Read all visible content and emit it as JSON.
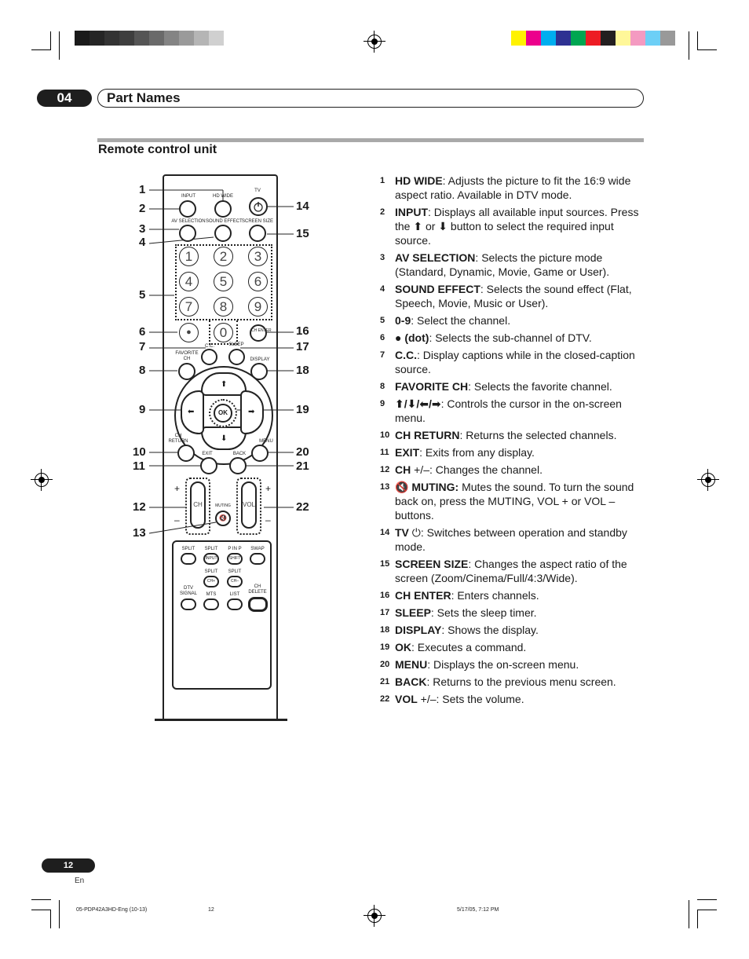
{
  "header": {
    "chapter": "04",
    "title": "Part Names"
  },
  "section": {
    "title": "Remote control unit"
  },
  "remote": {
    "top_labels": [
      "INPUT",
      "HD WIDE",
      "TV"
    ],
    "row2_labels": [
      "AV SELECTION",
      "SOUND EFFECT",
      "SCREEN SIZE"
    ],
    "digits": [
      "1",
      "2",
      "3",
      "4",
      "5",
      "6",
      "7",
      "8",
      "9",
      "0"
    ],
    "dot": "●",
    "ch_enter": "CH ENTER",
    "cc": "C.C.",
    "sleep": "SLEEP",
    "favorite_ch": "FAVORITE CH",
    "display": "DISPLAY",
    "ok": "OK",
    "ch_return": "CH RETURN",
    "menu": "MENU",
    "exit": "EXIT",
    "back": "BACK",
    "ch": "CH",
    "vol": "VOL",
    "muting": "MUTING",
    "plus": "+",
    "minus": "–",
    "lower": {
      "split": "SPLIT",
      "p_in_p": "P IN P",
      "swap": "SWAP",
      "input_small": "INPUT",
      "shift_small": "SHIFT",
      "split2": "SPLIT",
      "split3": "SPLIT",
      "ch_plus": "CH+",
      "ch_minus": "CH–",
      "dtv_signal": "DTV SIGNAL",
      "mts": "MTS",
      "list": "LIST",
      "ch_delete": "CH DELETE"
    },
    "callouts": [
      "1",
      "2",
      "3",
      "4",
      "5",
      "6",
      "7",
      "8",
      "9",
      "10",
      "11",
      "12",
      "13",
      "14",
      "15",
      "16",
      "17",
      "18",
      "19",
      "20",
      "21",
      "22"
    ]
  },
  "descriptions": [
    {
      "n": "1",
      "key": "HD WIDE",
      "text": ": Adjusts the picture to fit the 16:9 wide aspect ratio. Available in DTV mode."
    },
    {
      "n": "2",
      "key": "INPUT",
      "text": ": Displays all available input sources. Press the ⬆ or ⬇ button to select the required input source."
    },
    {
      "n": "3",
      "key": "AV SELECTION",
      "text": ": Selects the picture mode (Standard, Dynamic, Movie, Game or User)."
    },
    {
      "n": "4",
      "key": "SOUND EFFECT",
      "text": ": Selects the sound effect (Flat, Speech, Movie, Music or User)."
    },
    {
      "n": "5",
      "key": "0-9",
      "text": ": Select the channel."
    },
    {
      "n": "6",
      "key": "● (dot)",
      "text": ": Selects the sub-channel of DTV."
    },
    {
      "n": "7",
      "key": "C.C.",
      "text": ": Display captions while in the closed-caption source."
    },
    {
      "n": "8",
      "key": "FAVORITE CH",
      "text": ": Selects the favorite channel."
    },
    {
      "n": "9",
      "key": "⬆/⬇/⬅/➡",
      "text": ": Controls the cursor in the on-screen menu."
    },
    {
      "n": "10",
      "key": "CH RETURN",
      "text": ": Returns the selected channels."
    },
    {
      "n": "11",
      "key": "EXIT",
      "text": ": Exits from any display."
    },
    {
      "n": "12",
      "key": "CH",
      "text": " +/–: Changes the channel."
    },
    {
      "n": "13",
      "key": "🔇 MUTING:",
      "text": " Mutes the sound. To turn the sound back on, press the MUTING, VOL + or VOL – buttons."
    },
    {
      "n": "14",
      "key": "TV",
      "text": " ⏻: Switches between operation and standby mode."
    },
    {
      "n": "15",
      "key": "SCREEN SIZE",
      "text": ": Changes the aspect ratio of the screen (Zoom/Cinema/Full/4:3/Wide)."
    },
    {
      "n": "16",
      "key": "CH ENTER",
      "text": ": Enters channels."
    },
    {
      "n": "17",
      "key": "SLEEP",
      "text": ": Sets the sleep timer."
    },
    {
      "n": "18",
      "key": "DISPLAY",
      "text": ": Shows the display."
    },
    {
      "n": "19",
      "key": "OK",
      "text": ": Executes a command."
    },
    {
      "n": "20",
      "key": "MENU",
      "text": ": Displays the on-screen menu."
    },
    {
      "n": "21",
      "key": "BACK",
      "text": ": Returns to the previous menu screen."
    },
    {
      "n": "22",
      "key": "VOL",
      "text": " +/–: Sets the volume."
    }
  ],
  "footer": {
    "page": "12",
    "lang": "En",
    "file": "05-PDP42A3HD-Eng (10-13)",
    "page_ref": "12",
    "date": "5/17/05, 7:12 PM"
  },
  "swatch_colors": {
    "gray": [
      "#1a1a1a",
      "#252525",
      "#333",
      "#3e3e3e",
      "#555",
      "#6a6a6a",
      "#848484",
      "#9a9a9a",
      "#b5b5b5",
      "#d0d0d0"
    ],
    "color": [
      "#fff200",
      "#ec008c",
      "#00aeef",
      "#2e3192",
      "#00a651",
      "#ed1c24",
      "#231f20",
      "#fff799",
      "#f49ac1",
      "#6dcff6",
      "#999"
    ]
  }
}
